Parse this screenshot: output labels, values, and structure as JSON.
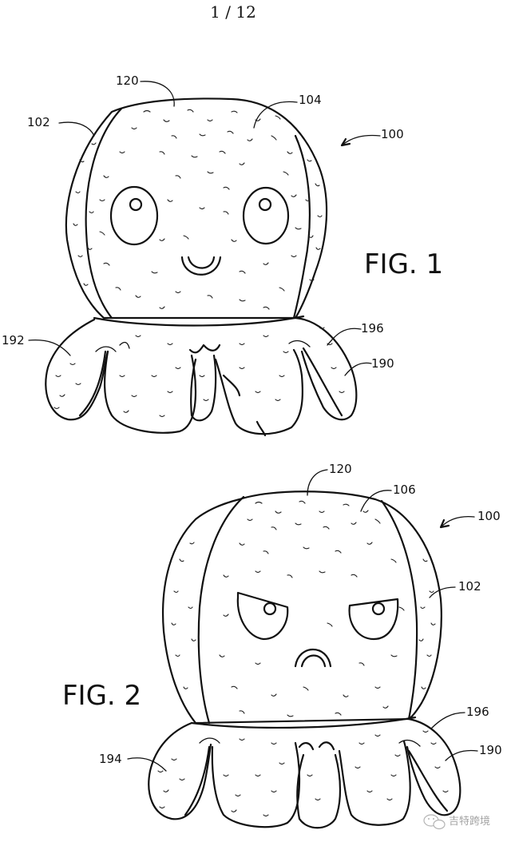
{
  "page_number": "1 / 12",
  "figures": [
    {
      "label": "FIG. 1",
      "refs": [
        "100",
        "102",
        "104",
        "120",
        "190",
        "192",
        "196"
      ]
    },
    {
      "label": "FIG. 2",
      "refs": [
        "100",
        "102",
        "106",
        "120",
        "190",
        "194",
        "196"
      ]
    }
  ],
  "watermark": {
    "text": "吉特跨境",
    "icon": "wechat-icon"
  }
}
